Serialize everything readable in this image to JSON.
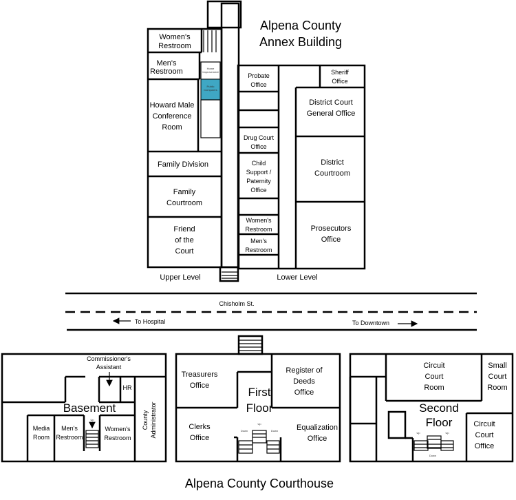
{
  "title": {
    "line1": "Alpena County",
    "line2": "Annex Building"
  },
  "annex": {
    "upper": {
      "label": "Upper Level",
      "rooms": {
        "womens": [
          "Women's",
          "Restroom"
        ],
        "mens": [
          "Men's",
          "Restroom"
        ],
        "home": [
          "Home",
          "Improvement"
        ],
        "computers": [
          "Public",
          "Computers"
        ],
        "howard": [
          "Howard Male",
          "Conference",
          "Room"
        ],
        "family_division": "Family Division",
        "family_courtroom": [
          "Family",
          "Courtroom"
        ],
        "friend": [
          "Friend",
          "of the",
          "Court"
        ]
      }
    },
    "lower": {
      "label": "Lower Level",
      "rooms": {
        "probate": [
          "Probate",
          "Office"
        ],
        "sheriff": [
          "Sheriff",
          "Office"
        ],
        "district_general": [
          "District Court",
          "General Office"
        ],
        "drug": [
          "Drug Court",
          "Office"
        ],
        "child": [
          "Child",
          "Support /",
          "Paternity",
          "Office"
        ],
        "district_courtroom": [
          "District",
          "Courtroom"
        ],
        "womens": [
          "Women's",
          "Restroom"
        ],
        "mens": [
          "Men's",
          "Restroom"
        ],
        "prosecutors": [
          "Prosecutors",
          "Office"
        ]
      }
    },
    "highlight_color": "#3fa7c4"
  },
  "street": {
    "name": "Chisholm St.",
    "left": "To Hospital",
    "right": "To Downtown"
  },
  "courthouse": {
    "title": "Alpena County Courthouse",
    "basement": {
      "label": "Basement",
      "commissioner": [
        "Commissioner's",
        "Assistant"
      ],
      "hr": "HR",
      "admin": [
        "County",
        "Administrator"
      ],
      "media": [
        "Media",
        "Room"
      ],
      "mens": [
        "Men's",
        "Restroom"
      ],
      "womens": [
        "Women's",
        "Restroom"
      ],
      "up": "Up"
    },
    "first": {
      "label": [
        "First",
        "Floor"
      ],
      "treasurers": [
        "Treasurers",
        "Office"
      ],
      "register": [
        "Register of",
        "Deeds",
        "Office"
      ],
      "clerks": [
        "Clerks",
        "Office"
      ],
      "equalization": [
        "Equalization",
        "Office"
      ],
      "up": "Up",
      "down": "Down"
    },
    "second": {
      "label": [
        "Second",
        "Floor"
      ],
      "circuit_room": [
        "Circuit",
        "Court",
        "Room"
      ],
      "small_court": [
        "Small",
        "Court",
        "Room"
      ],
      "circuit_office": [
        "Circuit",
        "Court",
        "Office"
      ],
      "up": "Up",
      "down": "Down"
    }
  }
}
